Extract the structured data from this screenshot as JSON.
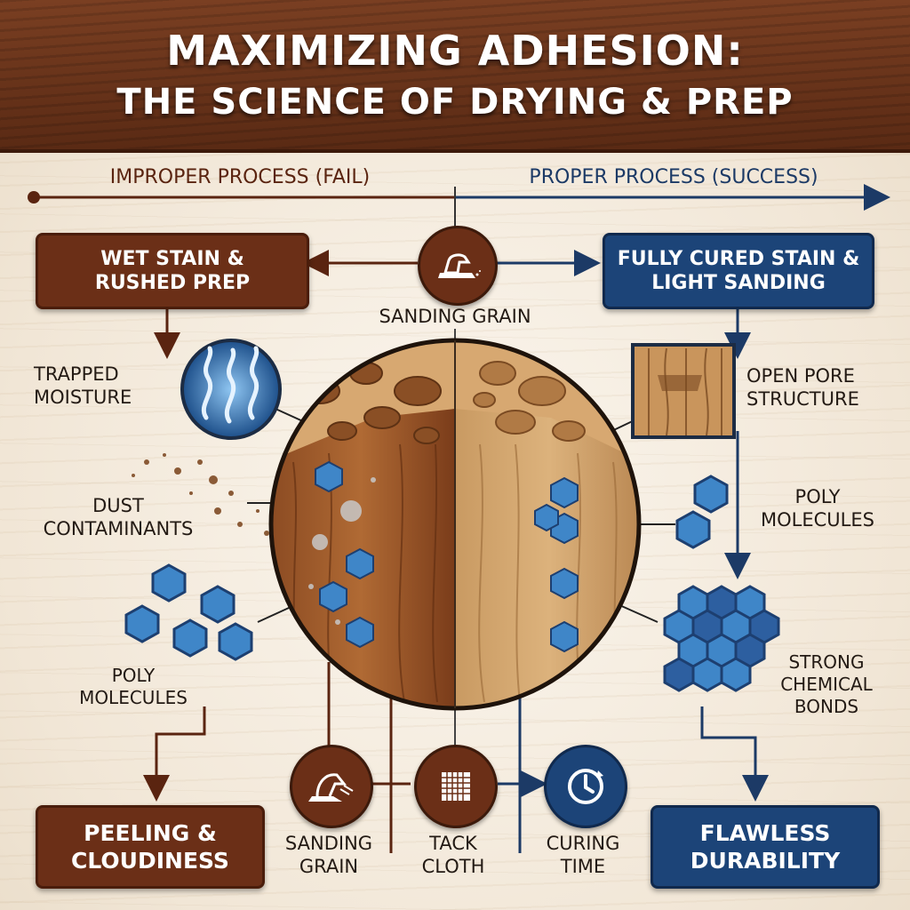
{
  "header": {
    "title_line1": "MAXIMIZING ADHESION:",
    "title_line2": "THE SCIENCE OF DRYING & PREP"
  },
  "timeline": {
    "left_label": "IMPROPER PROCESS (FAIL)",
    "right_label": "PROPER PROCESS (SUCCESS)"
  },
  "left": {
    "start_box": "WET STAIN & RUSHED PREP",
    "trapped_moisture": "TRAPPED MOISTURE",
    "dust": "DUST CONTAMINANTS",
    "poly": "POLY MOLECULES",
    "result_box": "PEELING & CLOUDINESS"
  },
  "center": {
    "sanding_label": "SANDING GRAIN"
  },
  "right": {
    "start_box": "FULLY CURED STAIN & LIGHT SANDING",
    "open_pore": "OPEN PORE STRUCTURE",
    "poly": "POLY MOLECULES",
    "bonds": "STRONG CHEMICAL BONDS",
    "result_box": "FLAWLESS DURABILITY"
  },
  "steps": [
    {
      "label": "SANDING GRAIN",
      "icon": "sander-icon"
    },
    {
      "label": "TACK CLOTH",
      "icon": "tack-cloth-icon"
    },
    {
      "label": "CURING TIME",
      "icon": "clock-icon"
    }
  ],
  "colors": {
    "brown": "#6b2f17",
    "blue": "#1c4478",
    "hex_blue": "#3f86c8",
    "dark_text": "#231a14"
  }
}
